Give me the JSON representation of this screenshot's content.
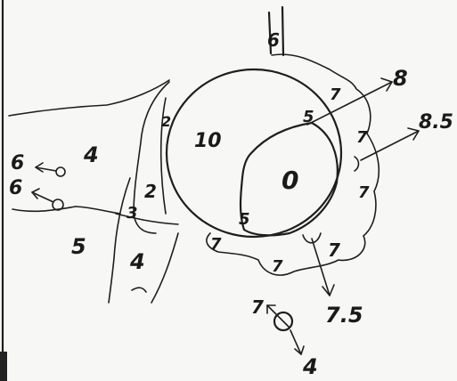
{
  "sketch": {
    "labels": {
      "top_duct": "6",
      "left_upper_region": "4",
      "left_node_upper": "6",
      "left_node_lower": "6",
      "left_lower_region": "5",
      "bottom_left_region": "4",
      "rim_left_upper": "2",
      "rim_left_mid": "2",
      "rim_left_low": "3",
      "inner_left_region": "10",
      "inner_core_region": "0",
      "core_top_edge": "5",
      "core_bottom_edge": "5",
      "rim_right_top": "7",
      "rim_right_mid": "7",
      "rim_right_low": "7",
      "rim_bottom_right": "7",
      "rim_bottom_left": "7",
      "rim_bottom": "7",
      "arrow_upper_right": "8",
      "arrow_right": "8.5",
      "arrow_down": "7.5",
      "node_bottom_left": "7",
      "node_bottom_down": "4"
    }
  }
}
